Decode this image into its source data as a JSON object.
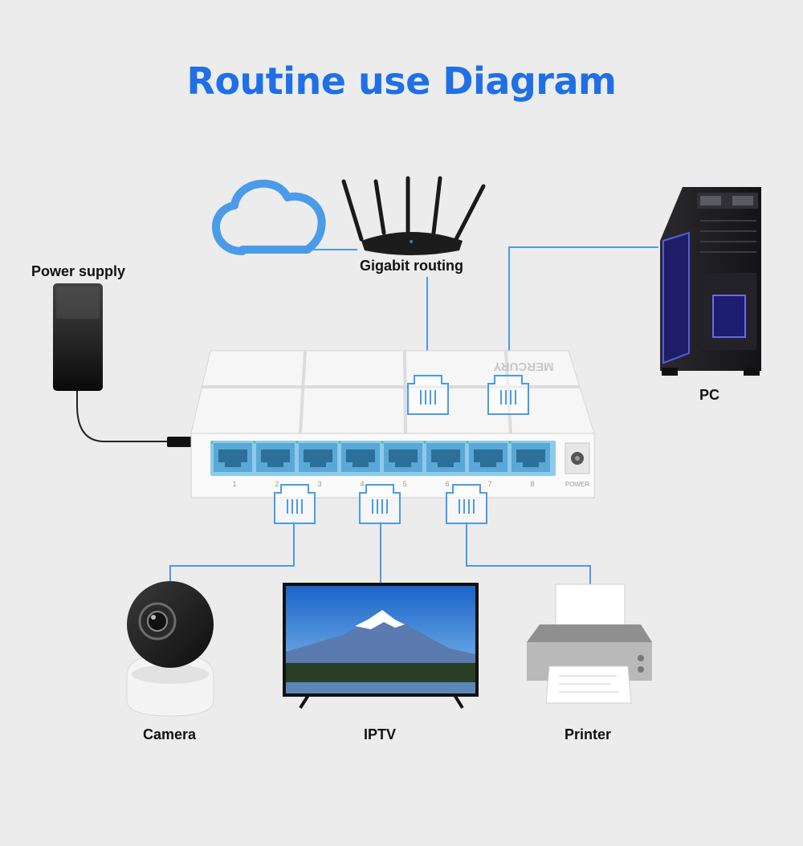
{
  "title": "Routine use Diagram",
  "labels": {
    "power_supply": "Power supply",
    "router": "Gigabit routing",
    "pc": "PC",
    "camera": "Camera",
    "iptv": "IPTV",
    "printer": "Printer"
  },
  "switch": {
    "brand": "MERCURY",
    "port_numbers": [
      "1",
      "2",
      "3",
      "4",
      "5",
      "6",
      "7",
      "8"
    ],
    "power_label": "POWER"
  },
  "colors": {
    "title": "#1f6fe6",
    "link_line": "#4a9be8",
    "port_blue": "#6cb8e0"
  }
}
